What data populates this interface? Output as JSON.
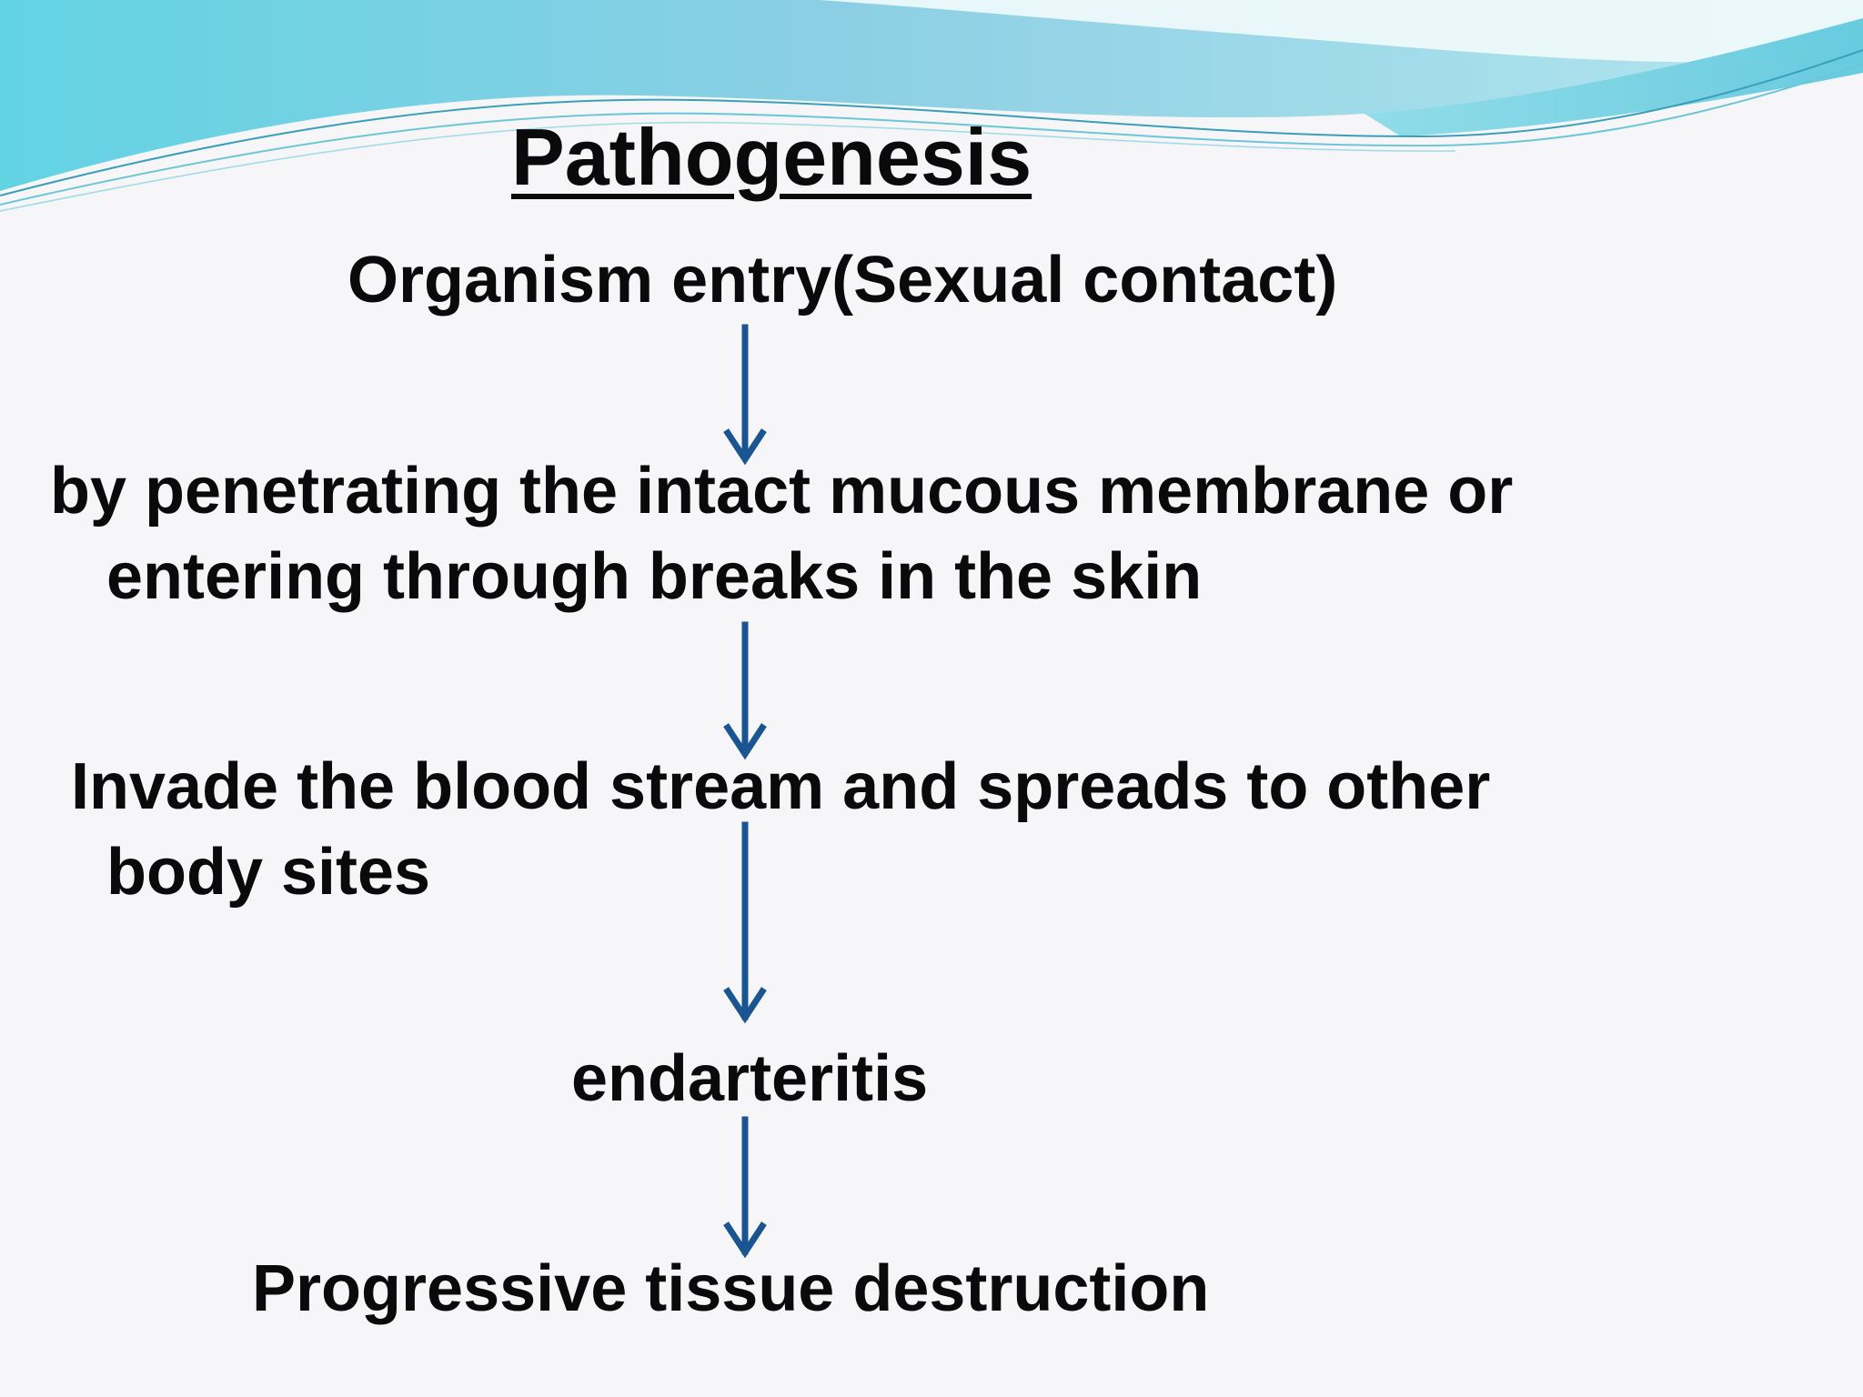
{
  "title": "Pathogenesis",
  "flow": {
    "step1": "Organism entry(Sexual contact)",
    "step2_line1": "by penetrating the intact mucous membrane or",
    "step2_line2": "entering through breaks in the skin",
    "step3_line1": "Invade the blood stream and spreads to other",
    "step3_line2": "body sites",
    "step4": "endarteritis",
    "step5": "Progressive tissue destruction"
  },
  "colors": {
    "arrow": "#1a5592",
    "text": "#0a0a0a",
    "wave_light": "#bfe9ef",
    "wave_mid": "#6fc9dc",
    "wave_dark": "#2a9fc0"
  }
}
